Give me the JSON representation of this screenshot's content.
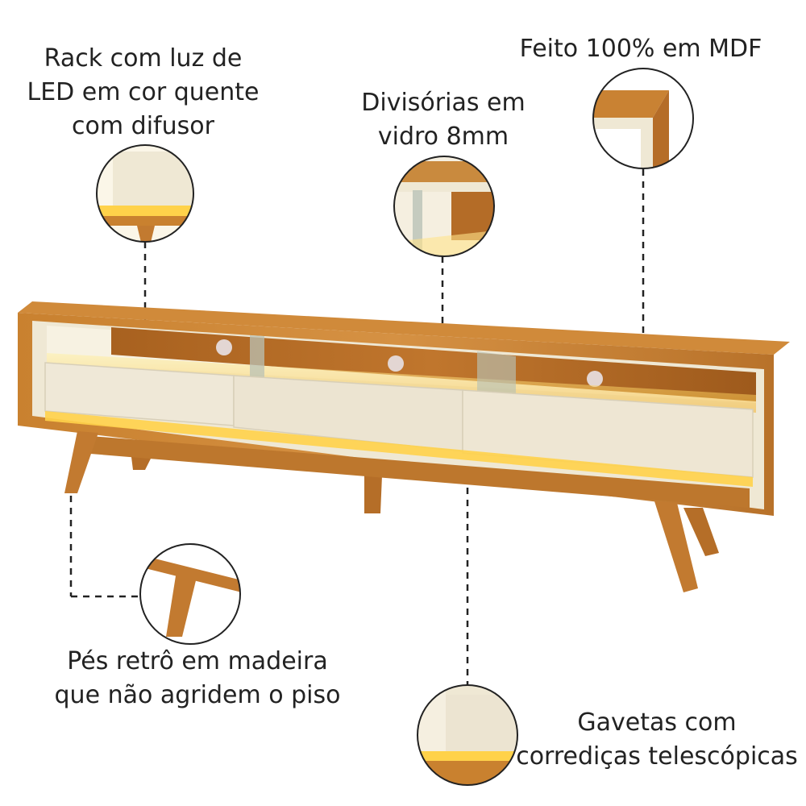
{
  "captions": {
    "led": {
      "line1": "Rack com luz de",
      "line2": "LED em cor quente",
      "line3": "com difusor"
    },
    "glass": {
      "line1": "Divisórias em",
      "line2": "vidro 8mm"
    },
    "mdf": {
      "line1": "Feito 100% em MDF"
    },
    "legs": {
      "line1": "Pés retrô em madeira",
      "line2": "que não agridem o piso"
    },
    "drawers": {
      "line1": "Gavetas com",
      "line2": "corrediças telescópicas"
    }
  },
  "colors": {
    "wood": "#c9812f",
    "wood_dark": "#9a5a1d",
    "cream": "#efe8d4",
    "led_glow": "#ffd24a",
    "callout_line": "#222222"
  }
}
